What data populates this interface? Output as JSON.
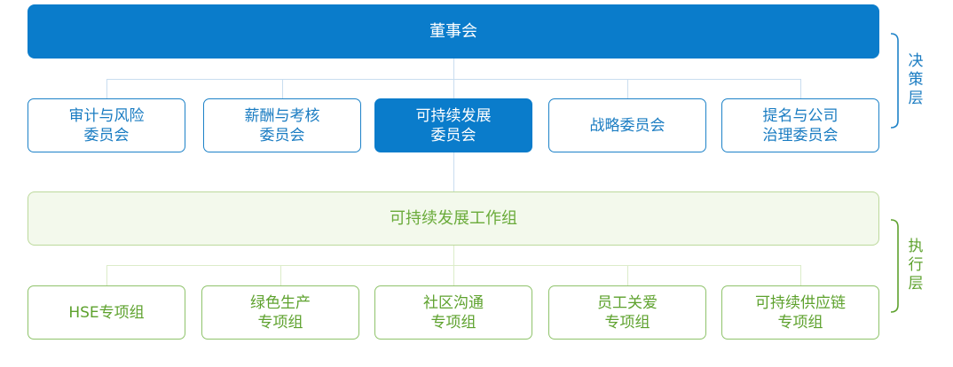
{
  "board": {
    "label": "董事会"
  },
  "committees": [
    {
      "line1": "审计与风险",
      "line2": "委员会",
      "highlighted": false
    },
    {
      "line1": "薪酬与考核",
      "line2": "委员会",
      "highlighted": false
    },
    {
      "line1": "可持续发展",
      "line2": "委员会",
      "highlighted": true
    },
    {
      "line1": "战略委员会",
      "line2": "",
      "highlighted": false
    },
    {
      "line1": "提名与公司",
      "line2": "治理委员会",
      "highlighted": false
    }
  ],
  "working_group": {
    "label": "可持续发展工作组"
  },
  "task_groups": [
    {
      "line1": "HSE专项组",
      "line2": ""
    },
    {
      "line1": "绿色生产",
      "line2": "专项组"
    },
    {
      "line1": "社区沟通",
      "line2": "专项组"
    },
    {
      "line1": "员工关爱",
      "line2": "专项组"
    },
    {
      "line1": "可持续供应链",
      "line2": "专项组"
    }
  ],
  "layers": {
    "decision": {
      "chars": [
        "决",
        "策",
        "层"
      ]
    },
    "execution": {
      "chars": [
        "执",
        "行",
        "层"
      ]
    }
  },
  "colors": {
    "blue_primary": "#0a7ccb",
    "blue_border": "#1d82c8",
    "green_text": "#5ea22e",
    "green_border": "#8fc36b",
    "green_fill": "#f3f9ec"
  }
}
